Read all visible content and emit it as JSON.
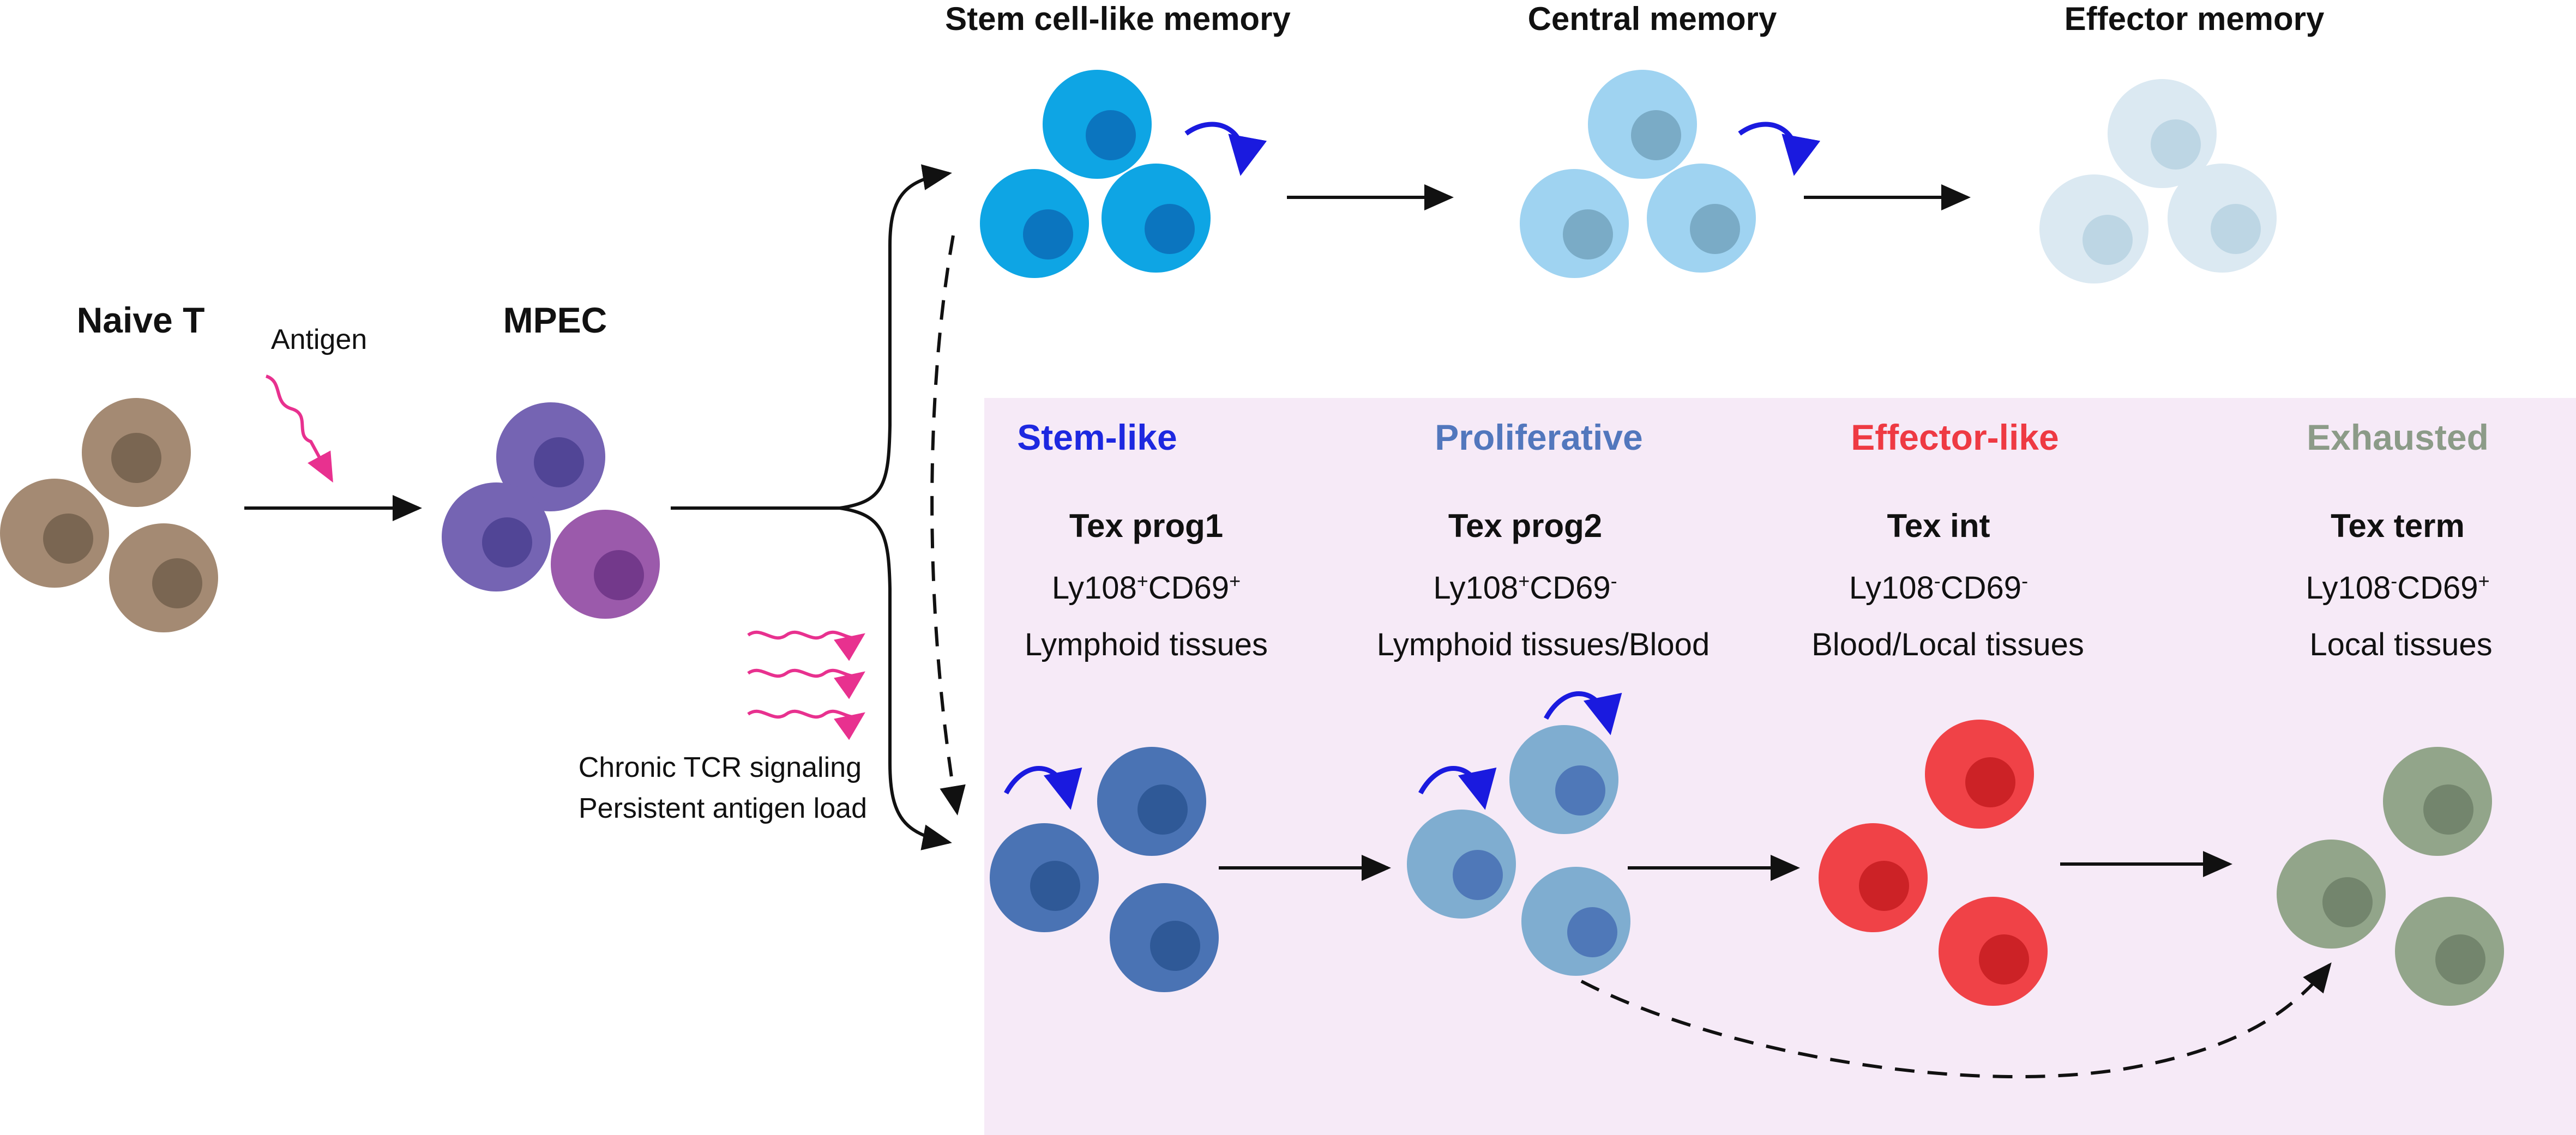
{
  "panels": {
    "exhaustion_panel_color": "#f6eaf7"
  },
  "arrow_color": "#111111",
  "signal_color": "#e8318f",
  "selfrenew_color": "#1a1adf",
  "stages": {
    "naive": {
      "label": "Naive T"
    },
    "mpec": {
      "label": "MPEC"
    }
  },
  "antigen_label": "Antigen",
  "chronic_text": [
    "Chronic TCR signaling",
    "Persistent antigen load"
  ],
  "memory": [
    {
      "label": "Stem cell-like memory",
      "color": "#0ea5e4",
      "nucleus": "#0b75bf"
    },
    {
      "label": "Central memory",
      "color": "#9fd3f1",
      "nucleus": "#7aabc6"
    },
    {
      "label": "Effector memory",
      "color": "#dbe9f2",
      "nucleus": "#bdd6e4"
    }
  ],
  "exhaustion": [
    {
      "title": "Stem-like",
      "title_color": "#1d28e0",
      "subset": "Tex prog1",
      "marker": {
        "a": "Ly108",
        "a_sup": "+",
        "b": "CD69",
        "b_sup": "+"
      },
      "location": "Lymphoid tissues",
      "color": "#4a73b4",
      "nucleus": "#2f5997"
    },
    {
      "title": "Proliferative",
      "title_color": "#5277bd",
      "subset": "Tex prog2",
      "marker": {
        "a": "Ly108",
        "a_sup": "+",
        "b": "CD69",
        "b_sup": "-"
      },
      "location": "Lymphoid tissues/Blood",
      "color": "#7fadd0",
      "nucleus": "#4f78b8"
    },
    {
      "title": "Effector-like",
      "title_color": "#ee3a43",
      "subset": "Tex int",
      "marker": {
        "a": "Ly108",
        "a_sup": "-",
        "b": "CD69",
        "b_sup": "-"
      },
      "location": "Blood/Local tissues",
      "color": "#f04247",
      "nucleus": "#cc2226"
    },
    {
      "title": "Exhausted",
      "title_color": "#8c9b88",
      "subset": "Tex term",
      "marker": {
        "a": "Ly108",
        "a_sup": "-",
        "b": "CD69",
        "b_sup": "+"
      },
      "location": "Local tissues",
      "color": "#92a58a",
      "nucleus": "#73856d"
    }
  ],
  "naive_colors": {
    "cell": "#a48a73",
    "nucleus": "#7a6652"
  },
  "mpec_colors": {
    "cell": "#7564b3",
    "nucleus": "#514596",
    "cell_alt": "#9b5aab",
    "nucleus_alt": "#73398b"
  }
}
